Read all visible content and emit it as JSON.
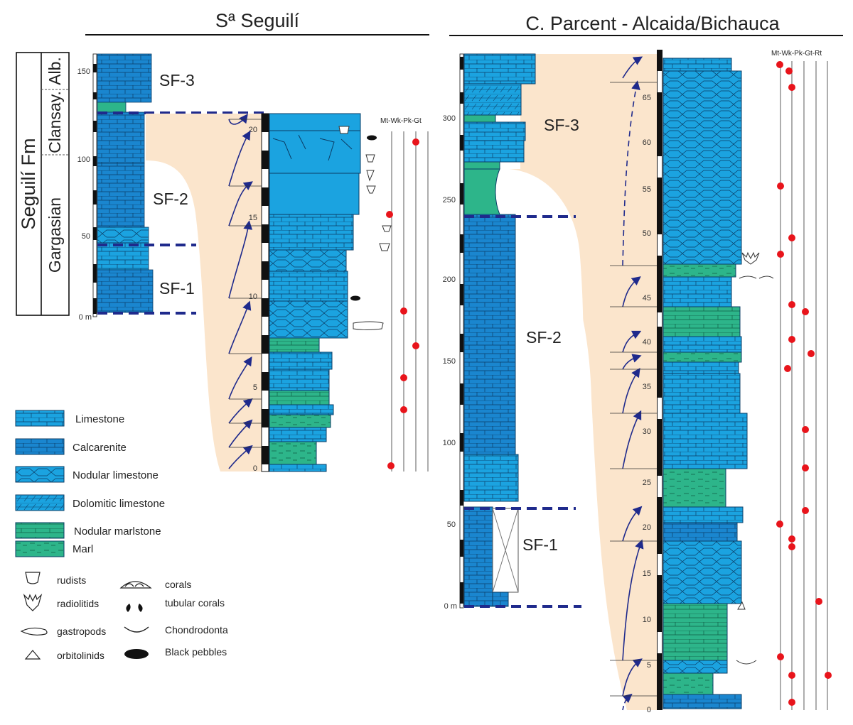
{
  "titles": {
    "left": "Sª Seguilí",
    "right": "C. Parcent - Alcaida/Bichauca"
  },
  "strat": {
    "formation": "Seguilí Fm",
    "stage_lower": "Gargasian",
    "stage_middle": "Clansay.",
    "stage_upper": "Alb."
  },
  "left_scale_ticks": [
    "150",
    "100",
    "50",
    "0 m"
  ],
  "left_units": [
    "SF-3",
    "SF-2",
    "SF-1"
  ],
  "detail_left_ticks": [
    "20",
    "15",
    "10",
    "5",
    "0"
  ],
  "detail_left_header": "Mt-Wk-Pk-Gt",
  "right_scale_ticks": [
    "300",
    "250",
    "200",
    "150",
    "100",
    "50",
    "0 m"
  ],
  "right_units": [
    "SF-3",
    "SF-2",
    "SF-1"
  ],
  "detail_right_ticks": [
    "65",
    "60",
    "55",
    "50",
    "45",
    "40",
    "35",
    "30",
    "25",
    "20",
    "15",
    "10",
    "5",
    "0"
  ],
  "detail_right_header": "Mt-Wk-Pk-Gt-Rt",
  "legend_lithology": [
    "Limestone",
    "Calcarenite",
    "Nodular limestone",
    "Dolomitic limestone",
    "Nodular marlstone",
    "Marl"
  ],
  "legend_fossils_left": [
    "rudists",
    "radiolitids",
    "gastropods",
    "orbitolinids"
  ],
  "legend_fossils_right": [
    "corals",
    "tubular corals",
    "Chondrodonta",
    "Black pebbles"
  ],
  "colors": {
    "limestone": "#1ba3e0",
    "dark_limestone": "#1577bf",
    "marl": "#2db58a",
    "tan": "#fbe5cc",
    "dash": "#1f2a8c",
    "dot": "#e8141b"
  }
}
